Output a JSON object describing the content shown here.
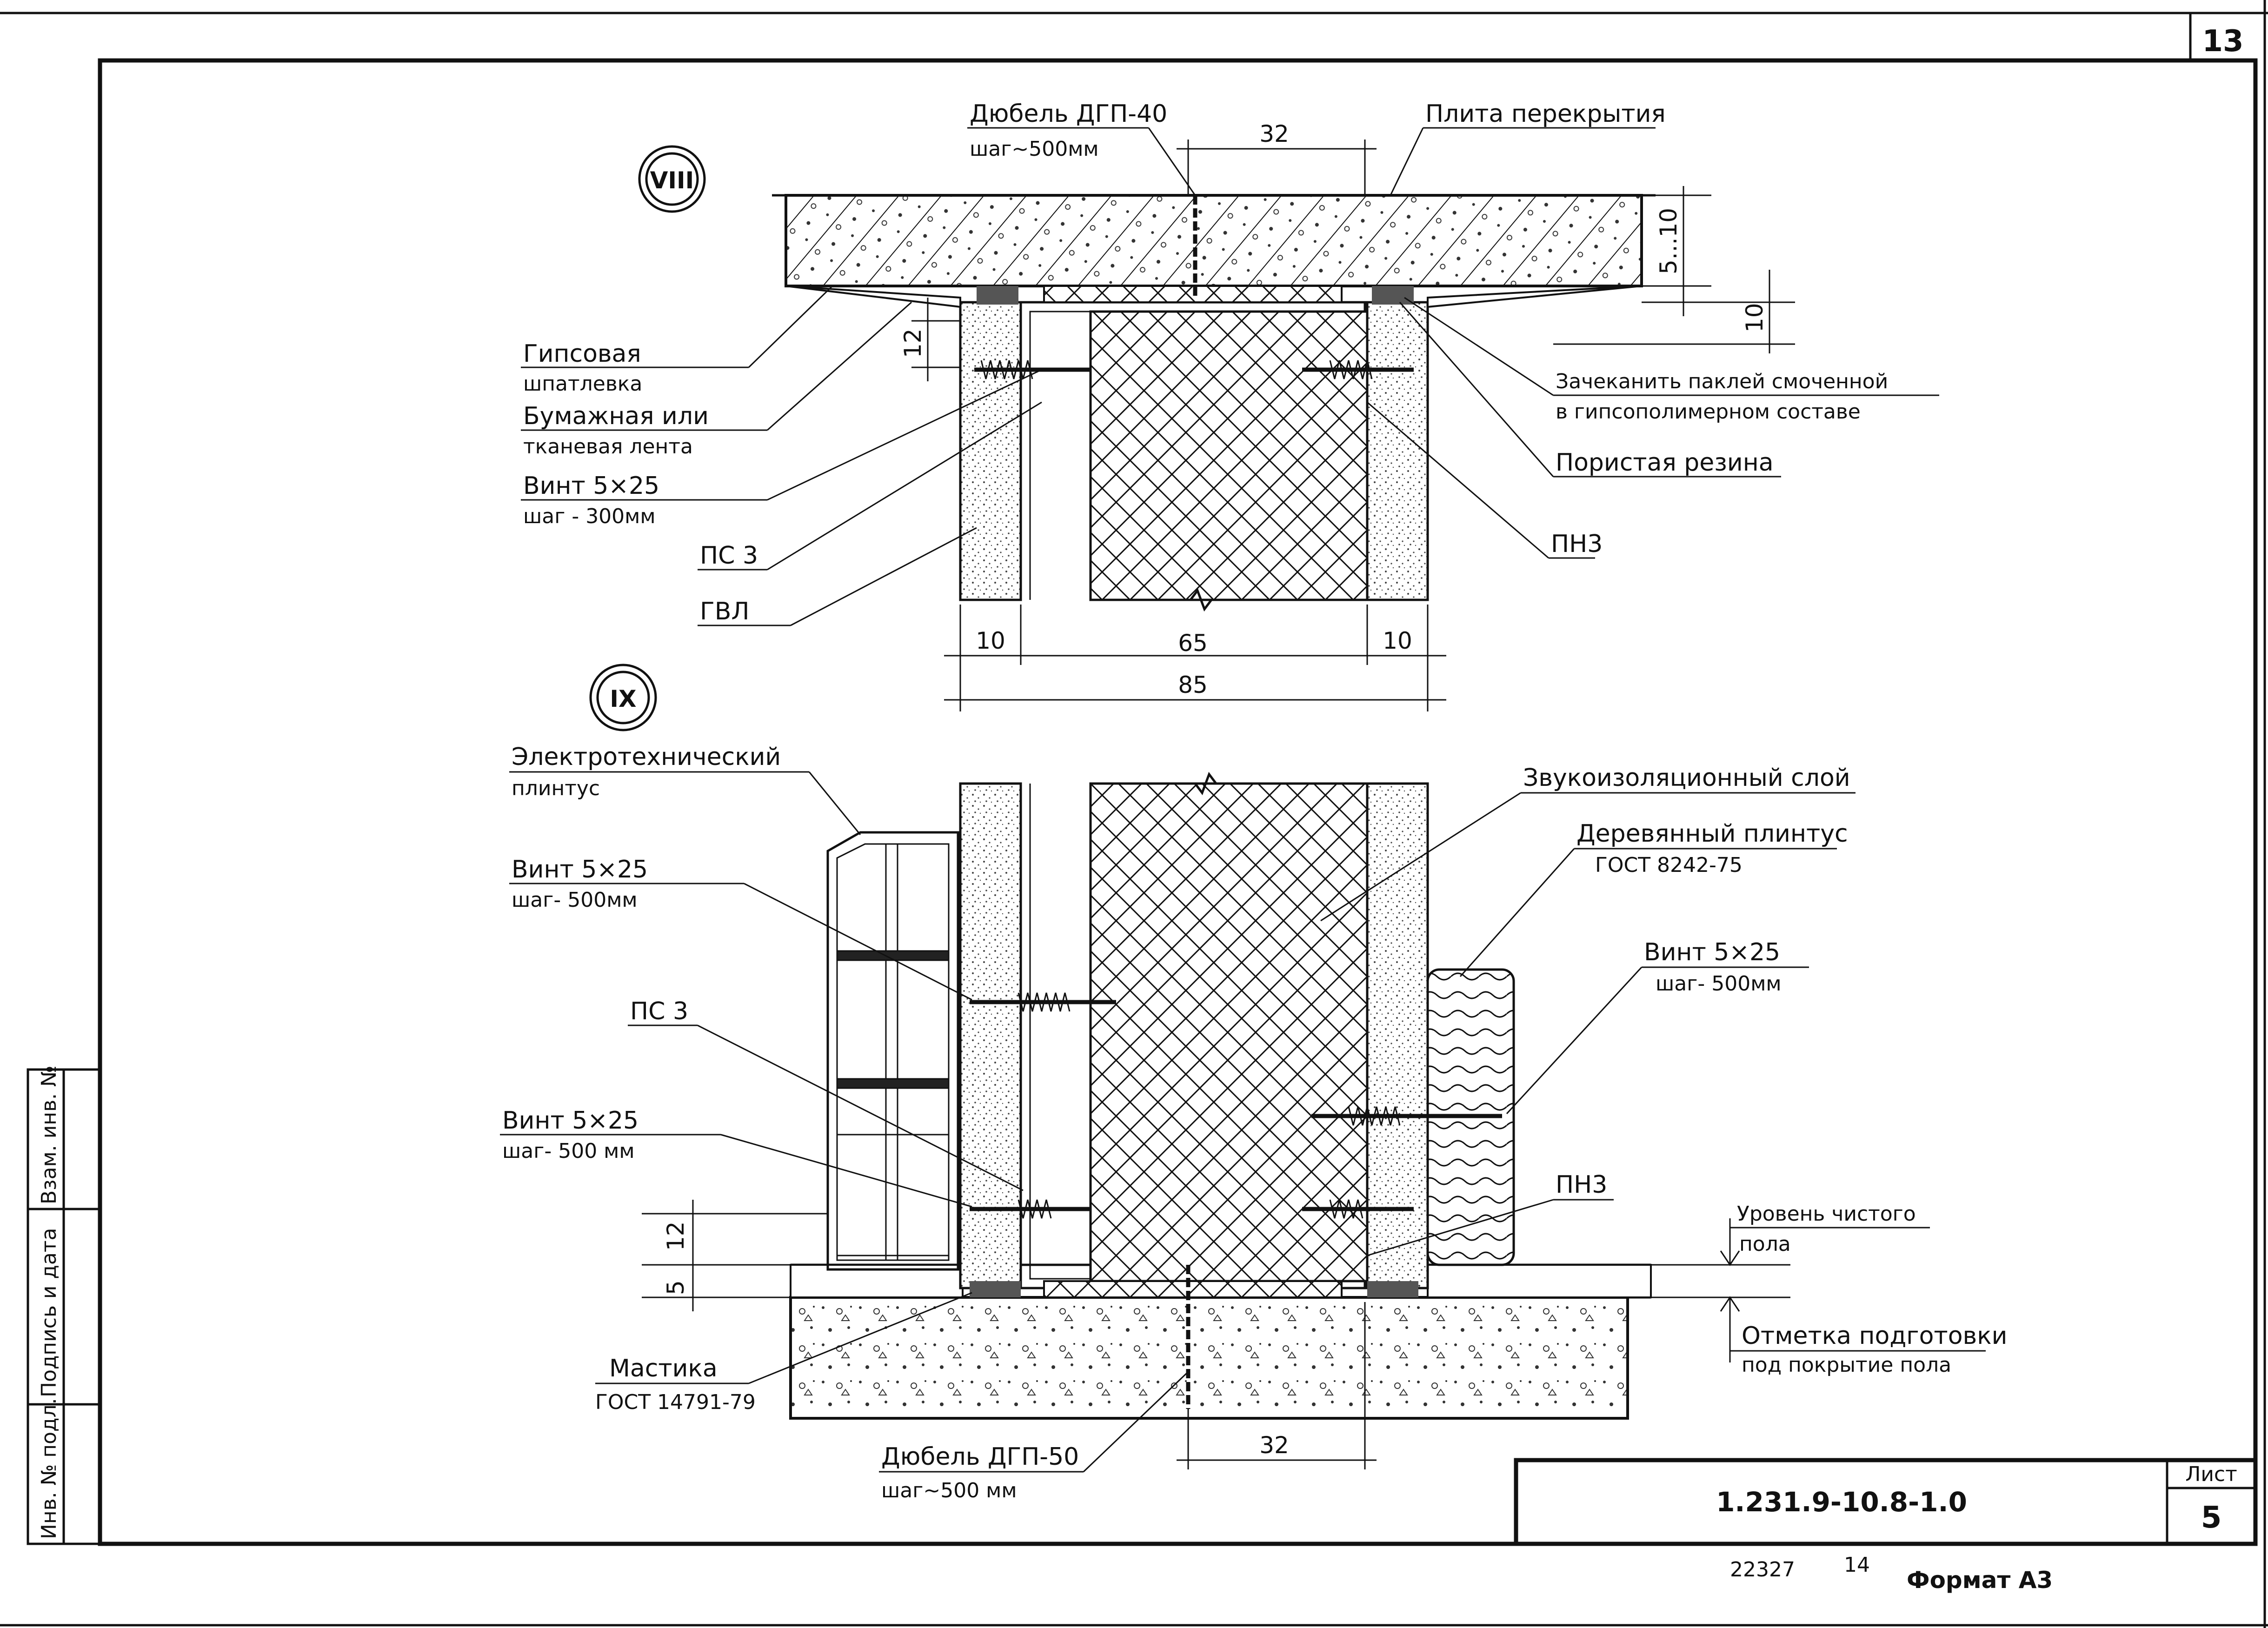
{
  "sheet": {
    "page_number_top": "13",
    "doc_code": "1.231.9-10.8-1.0",
    "list_label": "Лист",
    "list_number": "5",
    "bottom_number": "22327",
    "bottom_number_2": "14",
    "format": "Формат А3"
  },
  "side_stamp": {
    "col1": "Инв. № подл.",
    "col2": "Подпись и дата",
    "col3": "Взам. инв. №"
  },
  "detail_8": {
    "marker": "VIII",
    "labels": {
      "dowel": "Дюбель ДГП-40",
      "dowel_step": "шаг~500мм",
      "slab": "Плита перекрытия",
      "gypsum_putty": "Гипсовая",
      "gypsum_putty_2": "шпатлевка",
      "tape": "Бумажная или",
      "tape_2": "тканевая лента",
      "screw": "Винт 5×25",
      "screw_step": "шаг - 300мм",
      "psz": "ПС 3",
      "gvl": "ГВЛ",
      "caulk": "Зачеканить паклей смоченной",
      "caulk_2": "в гипсополимерном составе",
      "rubber": "Пористая резина",
      "pnz": "ПН3"
    },
    "dims": {
      "top": "32",
      "right_top": "5...10",
      "right_bottom": "10",
      "left": "12",
      "d10a": "10",
      "d65": "65",
      "d10b": "10",
      "d85": "85"
    }
  },
  "detail_9": {
    "marker": "IX",
    "labels": {
      "el_plinth": "Электротехнический",
      "el_plinth_2": "плинтус",
      "sound_layer": "Звукоизоляционный слой",
      "wood_plinth": "Деревянный плинтус",
      "wood_plinth_gost": "ГОСТ 8242-75",
      "screw_a": "Винт 5×25",
      "screw_a_step": "шаг- 500мм",
      "screw_b": "Винт 5×25",
      "screw_b_step": "шаг- 500мм",
      "psz": "ПС 3",
      "screw_c": "Винт 5×25",
      "screw_c_step": "шаг- 500 мм",
      "pnz": "ПН3",
      "floor_level": "Уровень чистого",
      "floor_level_2": "пола",
      "prep_mark": "Отметка подготовки",
      "prep_mark_2": "под покрытие пола",
      "mastic": "Мастика",
      "mastic_gost": "ГОСТ 14791-79",
      "dowel": "Дюбель ДГП-50",
      "dowel_step": "шаг~500 мм"
    },
    "dims": {
      "left_12": "12",
      "left_5": "5",
      "bottom_32": "32"
    }
  }
}
